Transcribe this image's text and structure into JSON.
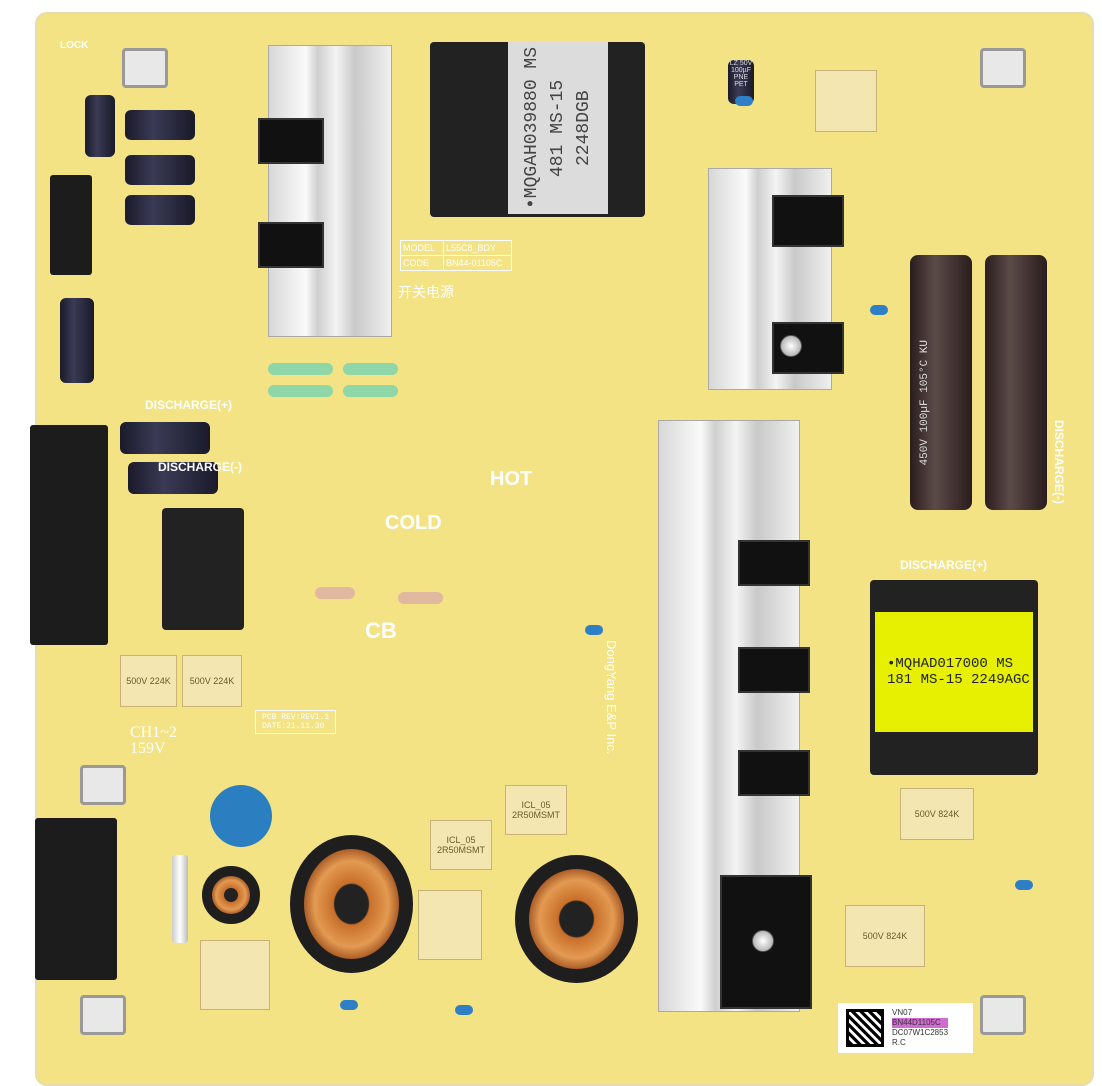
{
  "silkscreen": {
    "hot": "HOT",
    "cold": "COLD",
    "cb": "CB",
    "discharge_plus": "DISCHARGE(+)",
    "discharge_minus": "DISCHARGE(-)",
    "lock": "LOCK",
    "model_label": "MODEL",
    "model": "L55C8_BDY",
    "code_label": "CODE",
    "code": "BN44-01105C",
    "smps_cn": "开关电源",
    "pcb_rev": "PCB REV:REV1.1",
    "date": "DATE:21.11.30",
    "maker": "DongYang E&P Inc.",
    "ch": "CH1~2",
    "voltage": "159V"
  },
  "transformer_main": {
    "line1": "•MQGAH039880 MS",
    "line2": "481 MS-15 2248DGB"
  },
  "transformer_standby": {
    "line1": "•MQHAD017000  MS",
    "line2": "181 MS-15 2249AGC"
  },
  "components": {
    "x_cap_right": "500V 824K",
    "x_cap_lower": "500V 824K",
    "x_cap_left": "500V 224K",
    "x_cap_left2": "500V 224K",
    "icl1": "ICL_05 2R50MSMT",
    "icl2": "ICL_05 2R50MSMT",
    "big_cap": "450V 100µF 105°C KU",
    "small_cap": "LZ 50V 100µF PNE PET"
  },
  "sticker": {
    "line1": "VN07",
    "line2": "BN44D1105C",
    "line3": "DC07W1C2853",
    "line4": "R.C"
  },
  "colors": {
    "board": "#f3e385",
    "sticker_highlight": "#d06bd0"
  }
}
